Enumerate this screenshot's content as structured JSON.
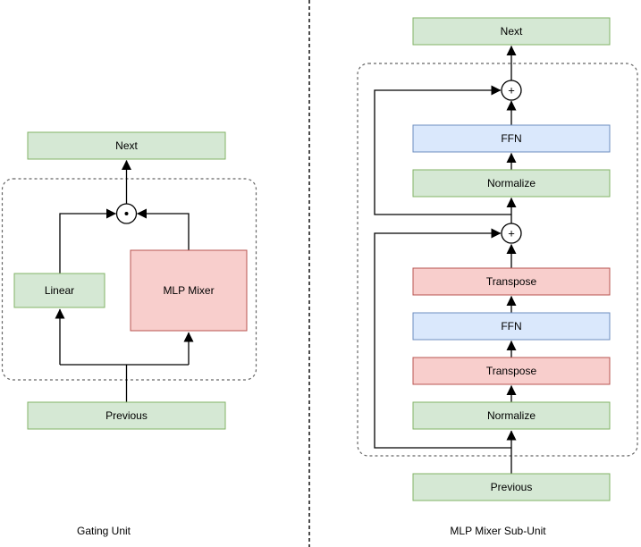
{
  "palette": {
    "background": "#ffffff",
    "green_fill": "#d5e8d4",
    "green_stroke": "#82b366",
    "red_fill": "#f8cecc",
    "red_stroke": "#b85450",
    "blue_fill": "#dae8fc",
    "blue_stroke": "#6c8ebf",
    "line_color": "#000000",
    "container_stroke": "#666666"
  },
  "gating_unit": {
    "caption": "Gating Unit",
    "operator": "⊙",
    "nodes": {
      "next": "Next",
      "linear": "Linear",
      "mlp_mixer": "MLP Mixer",
      "previous": "Previous"
    }
  },
  "mlp_mixer_sub_unit": {
    "caption": "MLP Mixer Sub-Unit",
    "operator": "+",
    "nodes": {
      "next": "Next",
      "ffn_top": "FFN",
      "normalize_top": "Normalize",
      "transpose_top": "Transpose",
      "ffn_middle": "FFN",
      "transpose_bottom": "Transpose",
      "normalize_bottom": "Normalize",
      "previous": "Previous"
    }
  }
}
